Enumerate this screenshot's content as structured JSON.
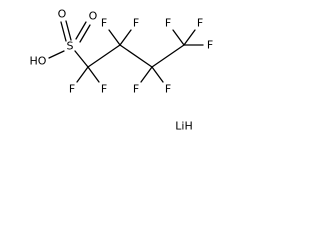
{
  "molecule": {
    "atoms": {
      "o_top": "O",
      "s": "S",
      "o_right": "O",
      "ho": "HO",
      "f_c1_down_left": "F",
      "f_c1_down_right": "F",
      "f_c2_up_left": "F",
      "f_c2_up_right": "F",
      "f_c3_down_left": "F",
      "f_c3_down_right": "F",
      "f_c4_up_left": "F",
      "f_c4_up_right": "F",
      "f_c4_right": "F"
    },
    "counterion": "LiH"
  }
}
